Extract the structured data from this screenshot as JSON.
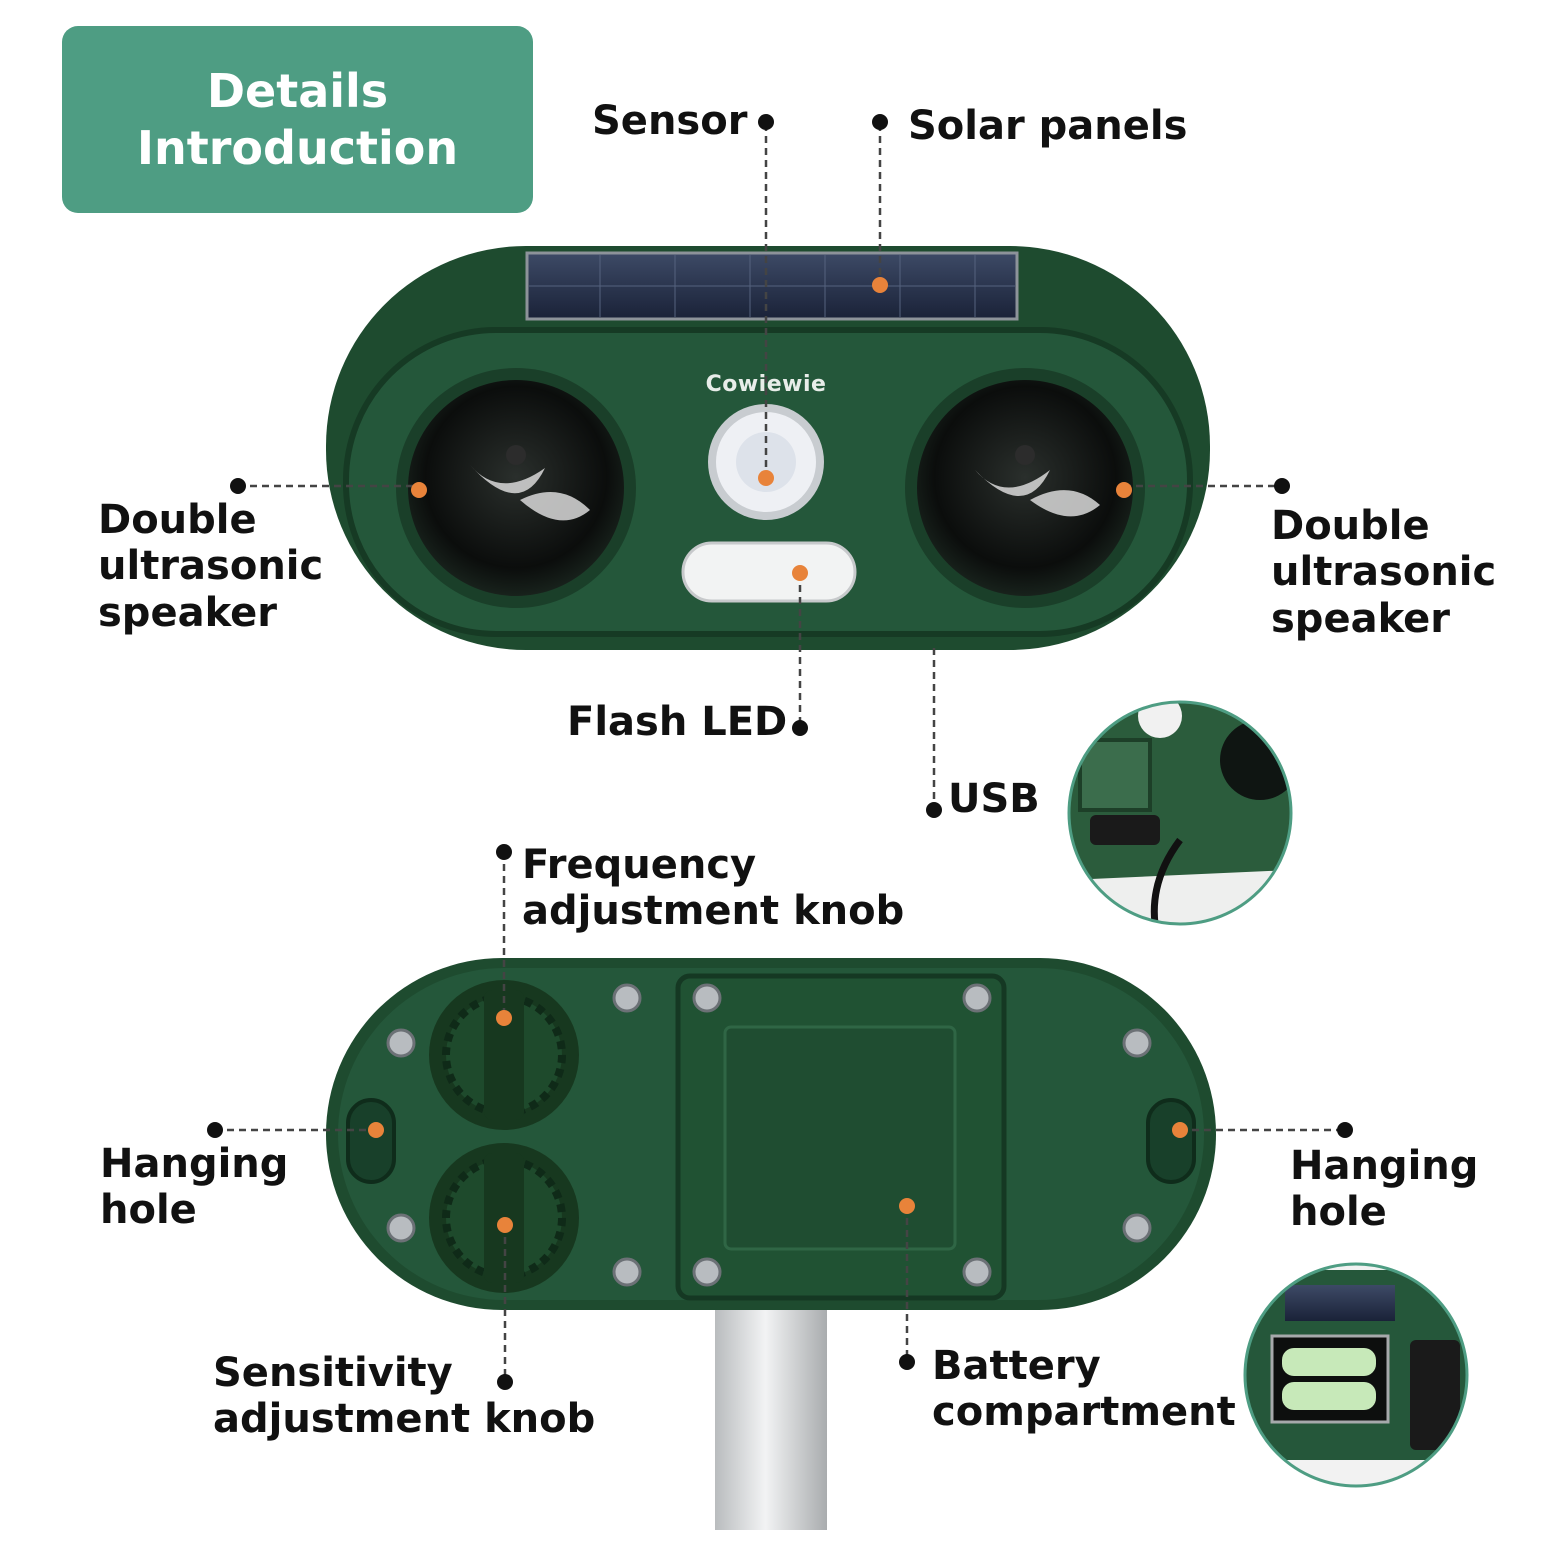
{
  "header": {
    "line1": "Details",
    "line2": "Introduction"
  },
  "brand": "Cowiewie",
  "callouts": {
    "sensor": "Sensor",
    "solar_panels": "Solar panels",
    "speaker_left": [
      "Double",
      "ultrasonic",
      "speaker"
    ],
    "speaker_right": [
      "Double",
      "ultrasonic",
      "speaker"
    ],
    "flash_led": "Flash LED",
    "usb": "USB",
    "frequency_knob": [
      "Frequency",
      "adjustment knob"
    ],
    "hanging_hole_left": [
      "Hanging",
      "hole"
    ],
    "hanging_hole_right": [
      "Hanging",
      "hole"
    ],
    "sensitivity_knob": [
      "Sensitivity",
      "adjustment knob"
    ],
    "battery_compartment": [
      "Battery",
      "compartment"
    ]
  },
  "colors": {
    "badge": "#4e9d83",
    "device_green": "#1d4a2e",
    "marker_orange": "#e8833a",
    "inset_border": "#4e9d83"
  }
}
